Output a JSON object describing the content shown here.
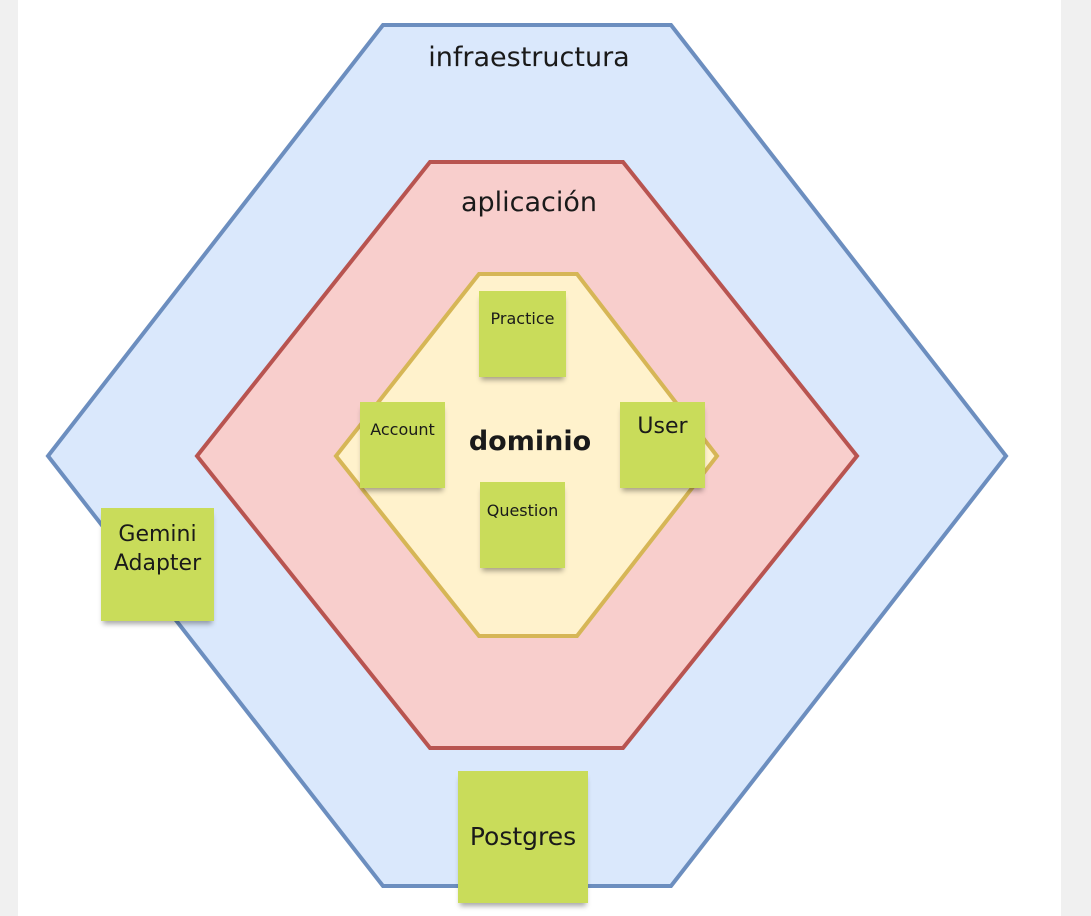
{
  "layers": {
    "infrastructure": {
      "label": "infraestructura",
      "fill": "#dae8fc",
      "stroke": "#6c8ebf"
    },
    "application": {
      "label": "aplicación",
      "fill": "#f8cecc",
      "stroke": "#b85450"
    },
    "domain": {
      "label": "dominio",
      "fill": "#fff2cc",
      "stroke": "#d6b656"
    }
  },
  "notes": {
    "practice": "Practice",
    "account": "Account",
    "user": "User",
    "question": "Question",
    "gemini_line1": "Gemini",
    "gemini_line2": "Adapter",
    "postgres": "Postgres"
  },
  "note_color": "#c9dc5a"
}
